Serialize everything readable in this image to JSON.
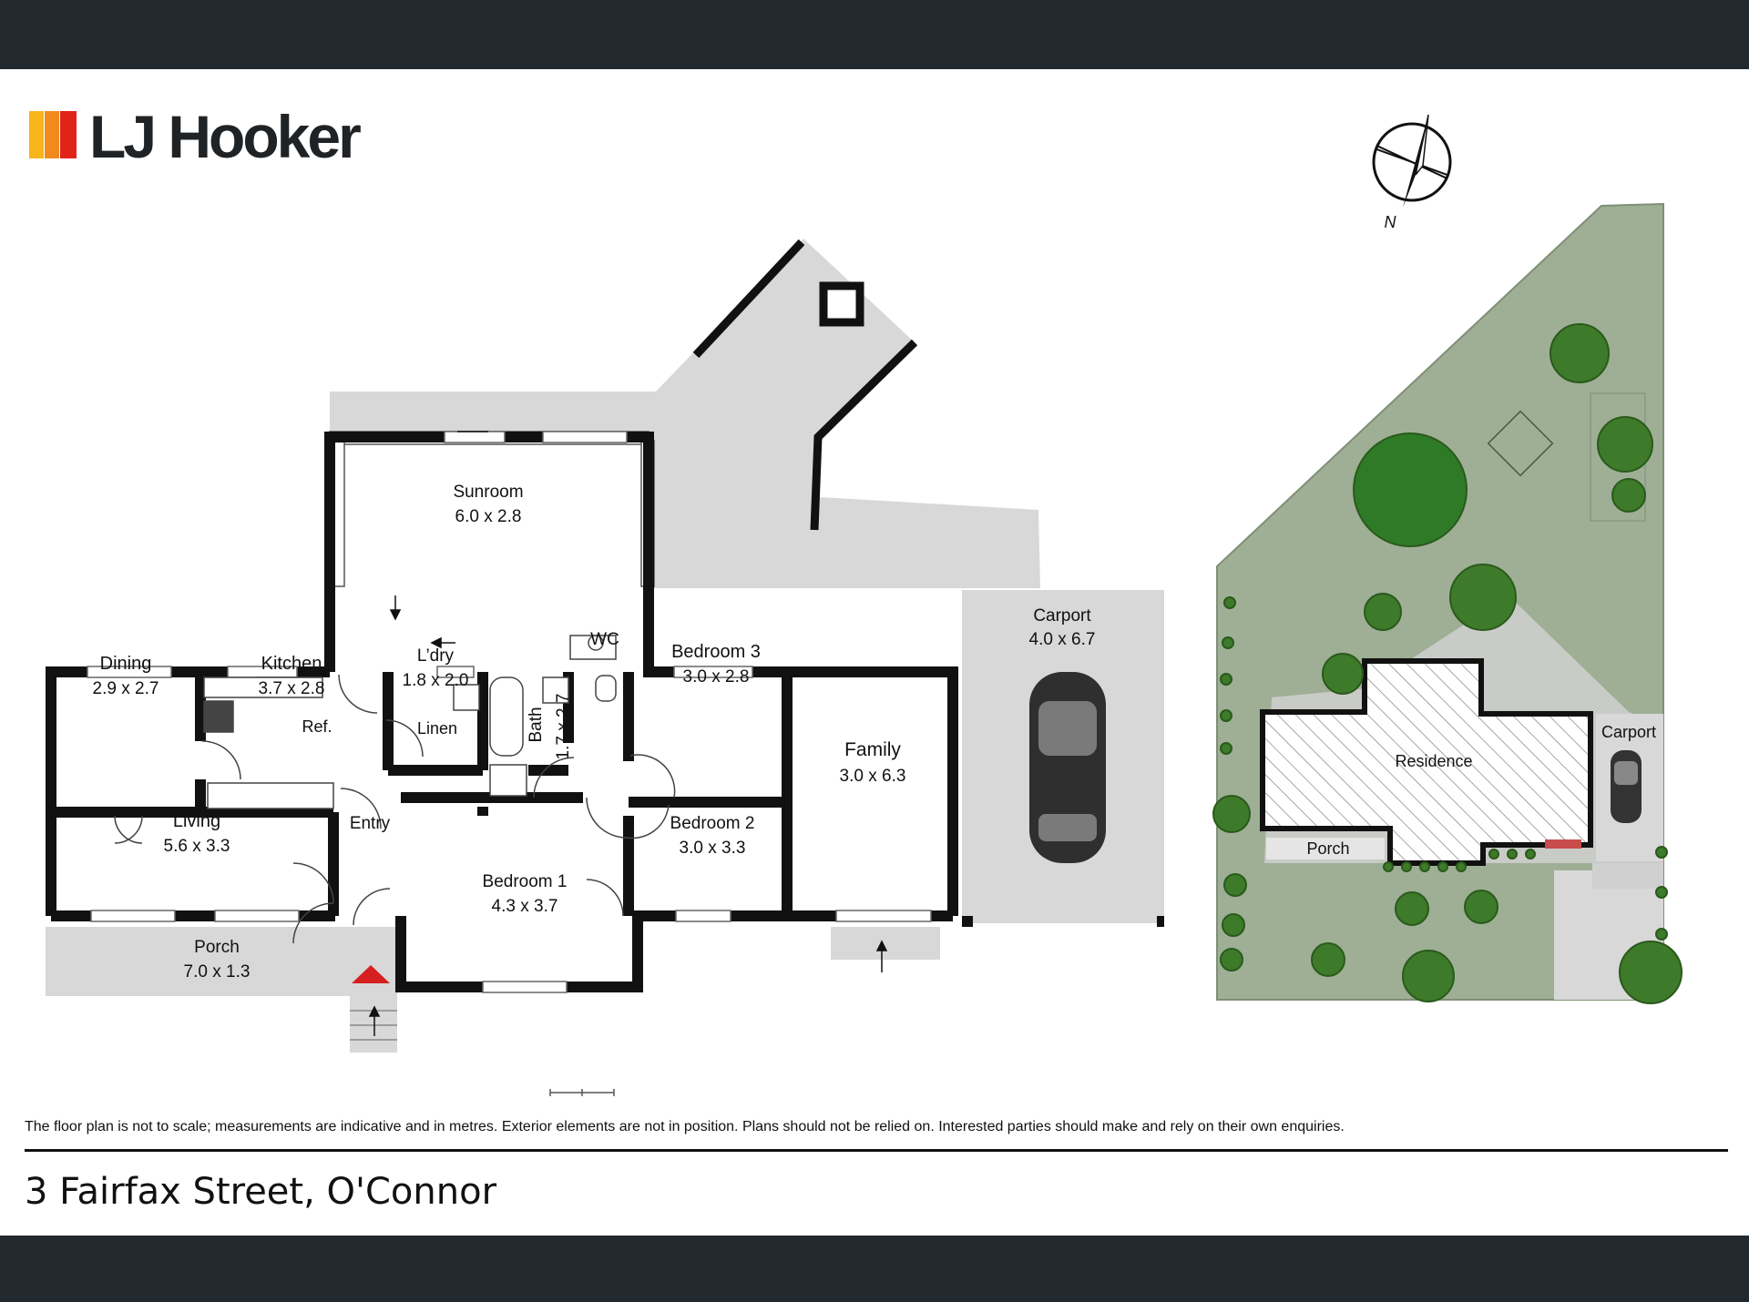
{
  "brand": {
    "name": "LJ Hooker",
    "colors": {
      "stripe1": "#f6b51b",
      "stripe2": "#f08a1c",
      "stripe3": "#e2231a",
      "dark": "#232a2f"
    }
  },
  "compass": {
    "label": "N"
  },
  "floorplan": {
    "rooms": [
      {
        "id": "sunroom",
        "name": "Sunroom",
        "dims": "6.0 x 2.8"
      },
      {
        "id": "dining",
        "name": "Dining",
        "dims": "2.9 x 2.7"
      },
      {
        "id": "kitchen",
        "name": "Kitchen",
        "dims": "3.7 x 2.8"
      },
      {
        "id": "laundry",
        "name": "L’dry",
        "dims": "1.8 x 2.0"
      },
      {
        "id": "bath",
        "name": "Bath",
        "dims": "1.7 x 2.7"
      },
      {
        "id": "wc",
        "name": "WC",
        "dims": ""
      },
      {
        "id": "bedroom3",
        "name": "Bedroom 3",
        "dims": "3.0 x 2.8"
      },
      {
        "id": "family",
        "name": "Family",
        "dims": "3.0 x 6.3"
      },
      {
        "id": "carport",
        "name": "Carport",
        "dims": "4.0 x 6.7"
      },
      {
        "id": "ref",
        "name": "Ref.",
        "dims": ""
      },
      {
        "id": "linen",
        "name": "Linen",
        "dims": ""
      },
      {
        "id": "living",
        "name": "Living",
        "dims": "5.6 x 3.3"
      },
      {
        "id": "entry",
        "name": "Entry",
        "dims": ""
      },
      {
        "id": "bedroom2",
        "name": "Bedroom 2",
        "dims": "3.0 x 3.3"
      },
      {
        "id": "bedroom1",
        "name": "Bedroom 1",
        "dims": "4.3 x 3.7"
      },
      {
        "id": "porch",
        "name": "Porch",
        "dims": "7.0 x 1.3"
      }
    ]
  },
  "siteplan": {
    "labels": {
      "residence": "Residence",
      "carport": "Carport",
      "porch": "Porch"
    }
  },
  "footer": {
    "disclaimer": "The floor plan is not to scale; measurements are indicative and in metres. Exterior elements are not in position. Plans should not be relied on. Interested parties should make and rely on their own enquiries.",
    "address": "3 Fairfax Street, O'Connor"
  }
}
